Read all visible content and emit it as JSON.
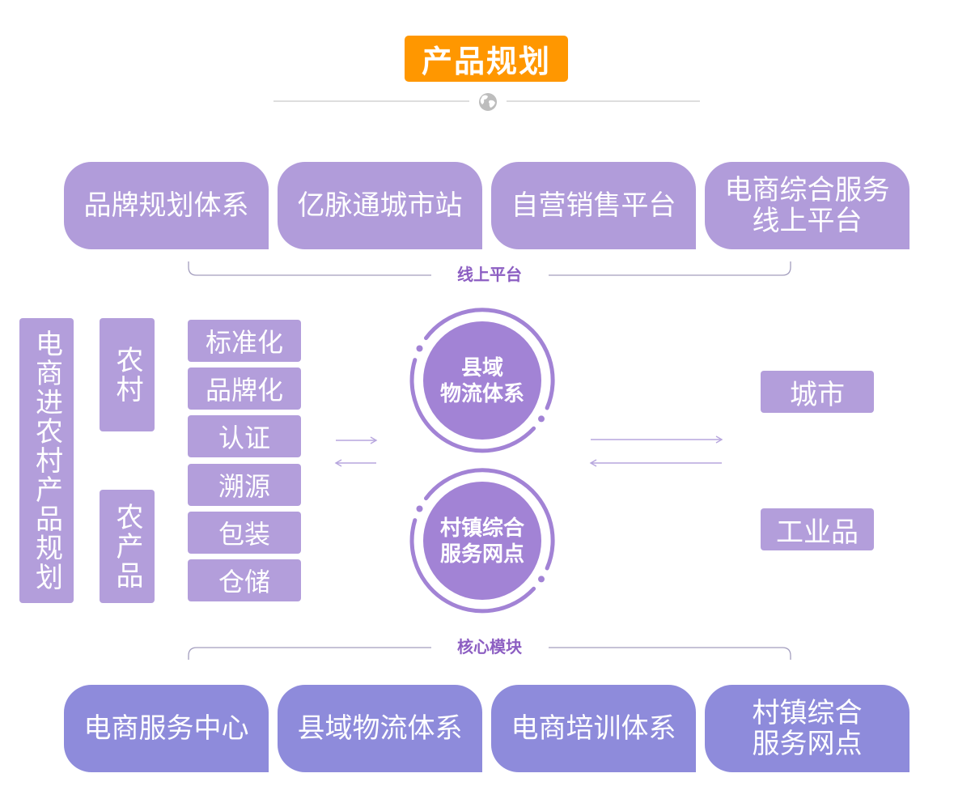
{
  "header": {
    "title": "产品规划",
    "divider_icon": "globe-icon"
  },
  "online_platform": {
    "label": "线上平台",
    "items": [
      {
        "lines": [
          "品牌规划体系"
        ]
      },
      {
        "lines": [
          "亿脉通城市站"
        ]
      },
      {
        "lines": [
          "自营销售平台"
        ]
      },
      {
        "lines": [
          "电商综合服务",
          "线上平台"
        ]
      }
    ]
  },
  "rural_planning": {
    "title": "电商进农村产品规划",
    "sources": [
      "农村",
      "农产品"
    ],
    "processes": [
      "标准化",
      "品牌化",
      "认证",
      "溯源",
      "包装",
      "仓储"
    ]
  },
  "hubs": [
    {
      "lines": [
        "县域",
        "物流体系"
      ]
    },
    {
      "lines": [
        "村镇综合",
        "服务网点"
      ]
    }
  ],
  "destinations": [
    "城市",
    "工业品"
  ],
  "flow_icons": {
    "forward": "arrow-right-icon",
    "backward": "arrow-left-icon"
  },
  "core_modules": {
    "label": "核心模块",
    "items": [
      {
        "lines": [
          "电商服务中心"
        ]
      },
      {
        "lines": [
          "县域物流体系"
        ]
      },
      {
        "lines": [
          "电商培训体系"
        ]
      },
      {
        "lines": [
          "村镇综合",
          "服务网点"
        ]
      }
    ]
  },
  "colors": {
    "title_bg": "#FF9700",
    "online_card": "#B19CDA",
    "core_card": "#8E8BDB",
    "process_box": "#B39EDB",
    "hub": "#A283D5",
    "label_text": "#8C5EC2",
    "arrow": "#B7A6DE",
    "bracket": "#A39DBE",
    "divider": "#C9C9C9"
  }
}
